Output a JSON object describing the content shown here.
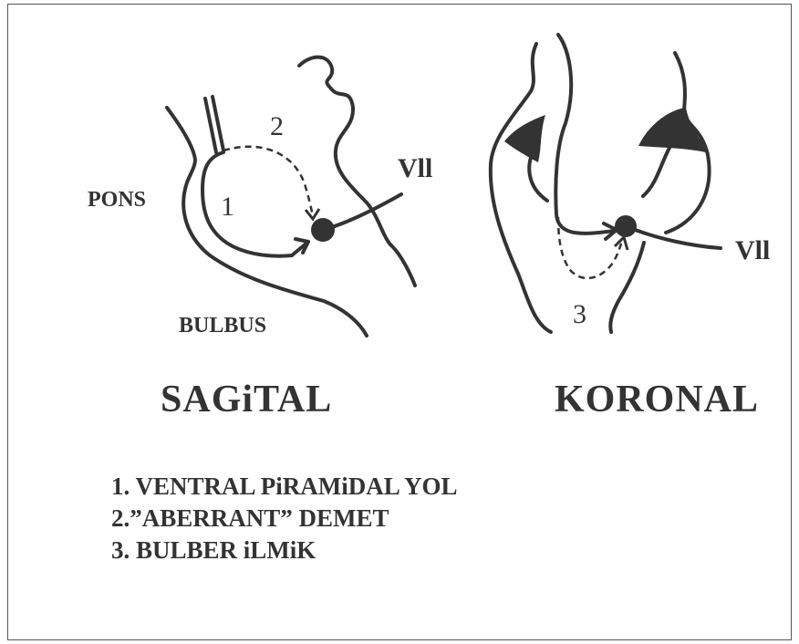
{
  "labels": {
    "pons": "PONS",
    "bulbus": "BULBUS",
    "vii_left": "Vll",
    "vii_right": "Vll",
    "num1": "1",
    "num2": "2",
    "num3": "3"
  },
  "titles": {
    "sagittal": "SAGiTAL",
    "coronal": "KORONAL"
  },
  "legend": [
    "1. VENTRAL  PiRAMiDAL YOL",
    "2.”ABERRANT” DEMET",
    "3. BULBER iLMiK"
  ],
  "colors": {
    "ink": "#333333",
    "border": "#555555",
    "background": "#ffffff"
  }
}
